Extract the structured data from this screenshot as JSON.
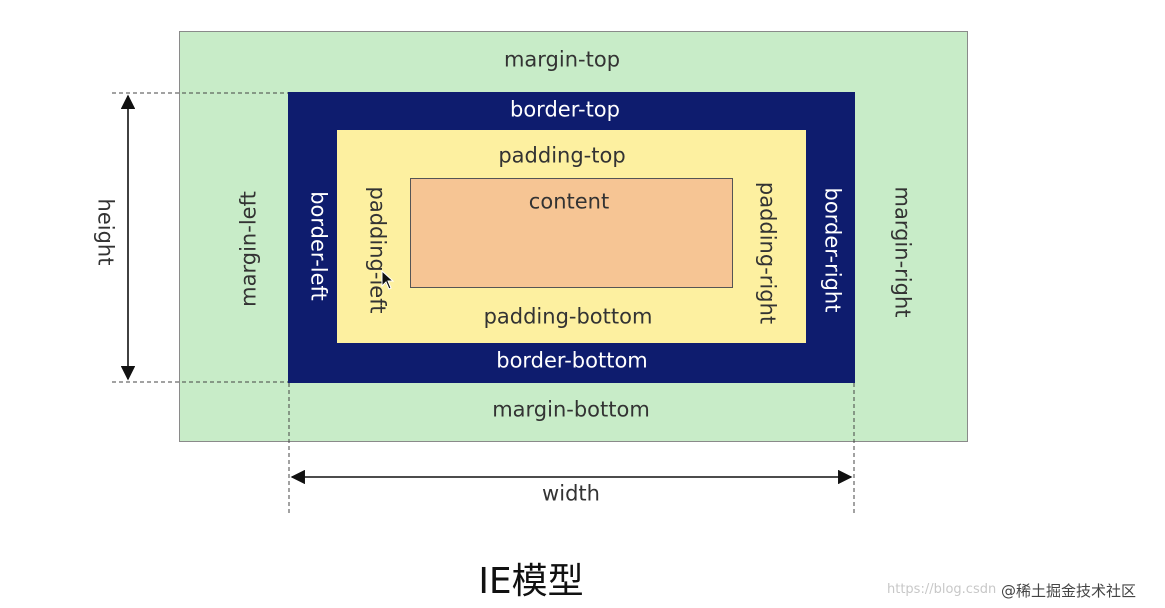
{
  "diagram": {
    "margin": {
      "top": "margin-top",
      "bottom": "margin-bottom",
      "left": "margin-left",
      "right": "margin-right",
      "color": "#c8ecc8"
    },
    "border": {
      "top": "border-top",
      "bottom": "border-bottom",
      "left": "border-left",
      "right": "border-right",
      "color": "#0e1c6e"
    },
    "padding": {
      "top": "padding-top",
      "bottom": "padding-bottom",
      "left": "padding-left",
      "right": "padding-right",
      "color": "#fdf0a0"
    },
    "content": {
      "label": "content",
      "color": "#f6c594"
    },
    "dimensions": {
      "height": "height",
      "width": "width"
    }
  },
  "caption": "IE模型",
  "watermark": {
    "url": "https://blog.csdn",
    "brand": "@稀土掘金技术社区"
  }
}
